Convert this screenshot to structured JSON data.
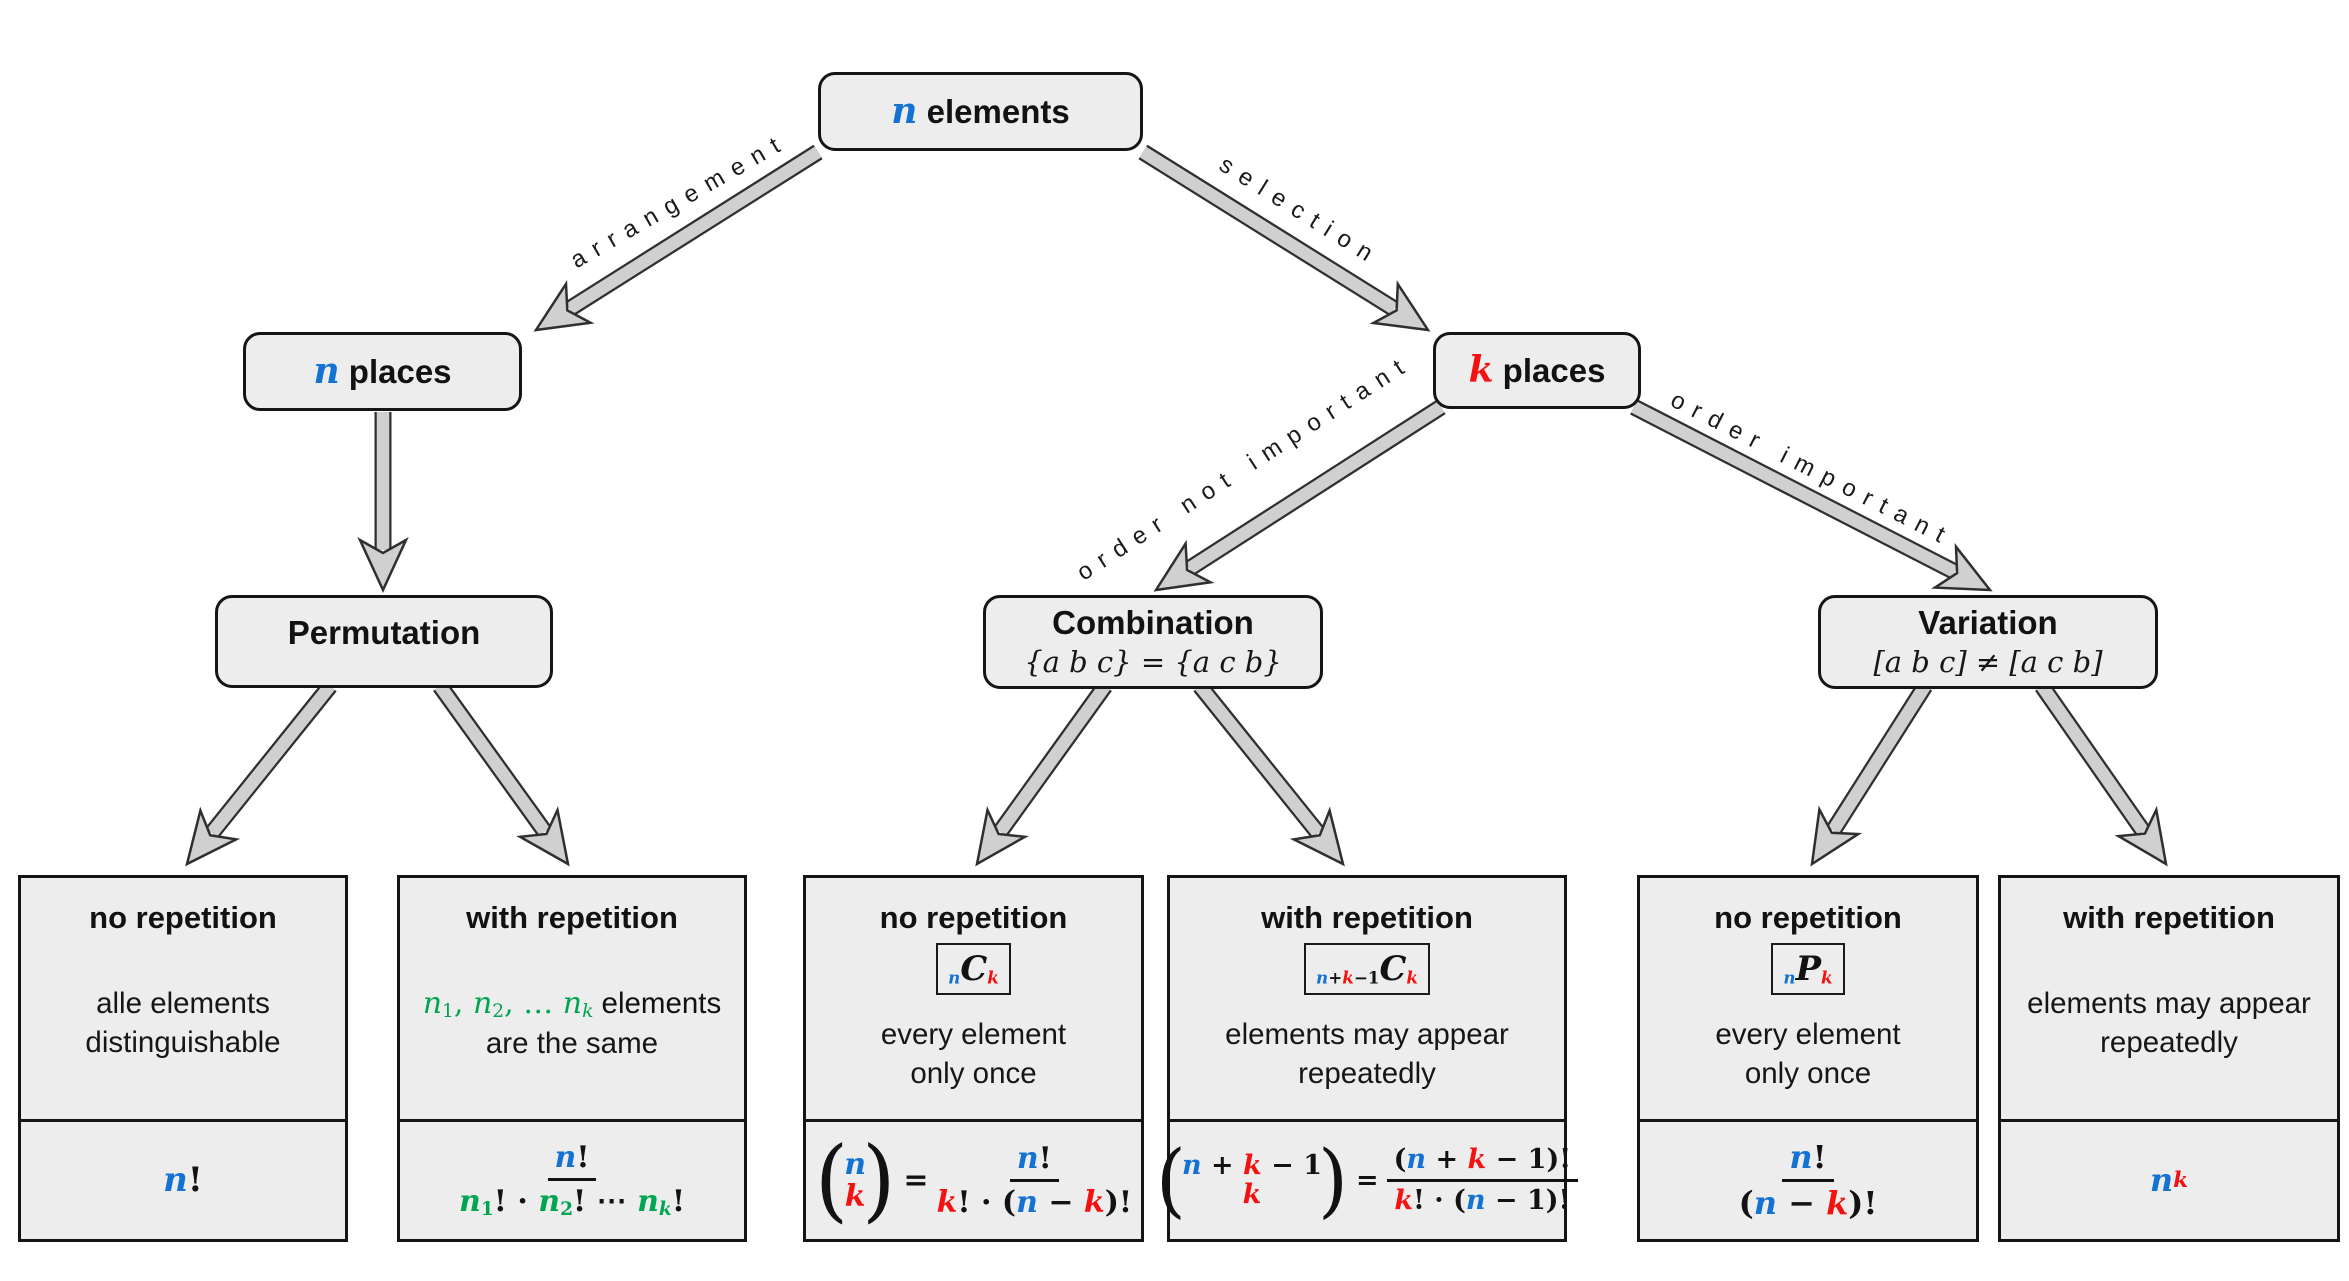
{
  "colors": {
    "blue": "#1473d2",
    "red": "#f41111",
    "green": "#00a551"
  },
  "nodes": {
    "root": {
      "title_tokens": [
        {
          "t": "n",
          "c": "b",
          "i": 1
        },
        {
          "t": " elements",
          "c": "k",
          "f": "sans"
        }
      ]
    },
    "n_places": {
      "title_tokens": [
        {
          "t": "n",
          "c": "b",
          "i": 1
        },
        {
          "t": " places",
          "c": "k",
          "f": "sans"
        }
      ]
    },
    "k_places": {
      "title_tokens": [
        {
          "t": "k",
          "c": "r",
          "i": 1
        },
        {
          "t": " places",
          "c": "k",
          "f": "sans"
        }
      ]
    },
    "permutation": {
      "title": "Permutation"
    },
    "combination": {
      "title": "Combination",
      "subtitle": "{a b c} = {a c b}"
    },
    "variation": {
      "title": "Variation",
      "subtitle": "[a b c] ≠ [a c b]"
    }
  },
  "edge_labels": {
    "arrangement": "arrangement",
    "selection": "selection",
    "order_not_important": "order not important",
    "order_important": "order important"
  },
  "leaves": [
    {
      "header": "no repetition",
      "desc_lines": [
        "alle elements",
        "distinguishable"
      ],
      "formula_tokens": [
        {
          "t": "n",
          "c": "b",
          "i": 1
        },
        {
          "t": "!",
          "c": "k"
        }
      ]
    },
    {
      "header": "with repetition",
      "desc_tokens": [
        {
          "t": "n",
          "c": "g",
          "i": 1
        },
        {
          "t": "1",
          "c": "g",
          "s": "sub"
        },
        {
          "t": ", ",
          "c": "g"
        },
        {
          "t": "n",
          "c": "g",
          "i": 1
        },
        {
          "t": "2",
          "c": "g",
          "s": "sub"
        },
        {
          "t": ", … ",
          "c": "g"
        },
        {
          "t": "n",
          "c": "g",
          "i": 1
        },
        {
          "t": "k",
          "c": "g",
          "i": 1,
          "s": "sub"
        },
        {
          "t": " elements",
          "c": "k",
          "f": "sans"
        }
      ],
      "desc_line2": "are the same",
      "frac": {
        "num": [
          {
            "t": "n",
            "c": "b",
            "i": 1
          },
          {
            "t": "!",
            "c": "k"
          }
        ],
        "den": [
          {
            "t": "n",
            "c": "g",
            "i": 1
          },
          {
            "t": "1",
            "c": "g",
            "s": "sub"
          },
          {
            "t": "!",
            "c": "k"
          },
          {
            "t": " · ",
            "c": "k"
          },
          {
            "t": "n",
            "c": "g",
            "i": 1
          },
          {
            "t": "2",
            "c": "g",
            "s": "sub"
          },
          {
            "t": "!",
            "c": "k"
          },
          {
            "t": " ⋯ ",
            "c": "k"
          },
          {
            "t": "n",
            "c": "g",
            "i": 1
          },
          {
            "t": "k",
            "c": "g",
            "i": 1,
            "s": "sub"
          },
          {
            "t": "!",
            "c": "k"
          }
        ]
      }
    },
    {
      "header": "no repetition",
      "badge": [
        {
          "t": "n",
          "c": "b",
          "i": 1,
          "s": "sub"
        },
        {
          "t": "C",
          "c": "k",
          "i": 1,
          "x": "big"
        },
        {
          "t": "k",
          "c": "r",
          "i": 1,
          "s": "sub"
        }
      ],
      "desc_lines": [
        "every element",
        "only once"
      ],
      "lp": "(",
      "rp": ")",
      "eq": "=",
      "binom": {
        "top": [
          {
            "t": "n",
            "c": "b",
            "i": 1
          }
        ],
        "bottom": [
          {
            "t": "k",
            "c": "r",
            "i": 1
          }
        ]
      },
      "frac": {
        "num": [
          {
            "t": "n",
            "c": "b",
            "i": 1
          },
          {
            "t": "!",
            "c": "k"
          }
        ],
        "den": [
          {
            "t": "k",
            "c": "r",
            "i": 1
          },
          {
            "t": "!",
            "c": "k"
          },
          {
            "t": " · ",
            "c": "k"
          },
          {
            "t": "(",
            "c": "k"
          },
          {
            "t": "n",
            "c": "b",
            "i": 1
          },
          {
            "t": " − ",
            "c": "k"
          },
          {
            "t": "k",
            "c": "r",
            "i": 1
          },
          {
            "t": ")!",
            "c": "k"
          }
        ]
      }
    },
    {
      "header": "with repetition",
      "badge": [
        {
          "t": "n",
          "c": "b",
          "i": 1,
          "s": "sub"
        },
        {
          "t": "+",
          "c": "k",
          "s": "sub"
        },
        {
          "t": "k",
          "c": "r",
          "i": 1,
          "s": "sub"
        },
        {
          "t": "−1",
          "c": "k",
          "s": "sub"
        },
        {
          "t": "C",
          "c": "k",
          "i": 1,
          "x": "big"
        },
        {
          "t": "k",
          "c": "r",
          "i": 1,
          "s": "sub"
        }
      ],
      "desc_lines": [
        "elements may appear",
        "repeatedly"
      ],
      "lp": "(",
      "rp": ")",
      "eq": "=",
      "binom": {
        "top": [
          {
            "t": "n",
            "c": "b",
            "i": 1
          },
          {
            "t": " + ",
            "c": "k"
          },
          {
            "t": "k",
            "c": "r",
            "i": 1
          },
          {
            "t": " − ",
            "c": "k"
          },
          {
            "t": "1",
            "c": "k"
          }
        ],
        "bottom": [
          {
            "t": "k",
            "c": "r",
            "i": 1
          }
        ]
      },
      "frac": {
        "num": [
          {
            "t": "(",
            "c": "k"
          },
          {
            "t": "n",
            "c": "b",
            "i": 1
          },
          {
            "t": " + ",
            "c": "k"
          },
          {
            "t": "k",
            "c": "r",
            "i": 1
          },
          {
            "t": " − ",
            "c": "k"
          },
          {
            "t": "1",
            "c": "k"
          },
          {
            "t": ")!",
            "c": "k"
          }
        ],
        "den": [
          {
            "t": "k",
            "c": "r",
            "i": 1
          },
          {
            "t": "!",
            "c": "k"
          },
          {
            "t": " · ",
            "c": "k"
          },
          {
            "t": "(",
            "c": "k"
          },
          {
            "t": "n",
            "c": "b",
            "i": 1
          },
          {
            "t": " − ",
            "c": "k"
          },
          {
            "t": "1",
            "c": "k"
          },
          {
            "t": ")!",
            "c": "k"
          }
        ]
      }
    },
    {
      "header": "no repetition",
      "badge": [
        {
          "t": "n",
          "c": "b",
          "i": 1,
          "s": "sub"
        },
        {
          "t": "P",
          "c": "k",
          "i": 1,
          "x": "big"
        },
        {
          "t": "k",
          "c": "r",
          "i": 1,
          "s": "sub"
        }
      ],
      "desc_lines": [
        "every element",
        "only once"
      ],
      "frac": {
        "num": [
          {
            "t": "n",
            "c": "b",
            "i": 1
          },
          {
            "t": "!",
            "c": "k"
          }
        ],
        "den": [
          {
            "t": "(",
            "c": "k"
          },
          {
            "t": "n",
            "c": "b",
            "i": 1
          },
          {
            "t": " − ",
            "c": "k"
          },
          {
            "t": "k",
            "c": "r",
            "i": 1
          },
          {
            "t": ")!",
            "c": "k"
          }
        ]
      }
    },
    {
      "header": "with repetition",
      "desc_lines": [
        "elements may appear",
        "repeatedly"
      ],
      "formula_tokens": [
        {
          "t": "n",
          "c": "b",
          "i": 1
        },
        {
          "t": "k",
          "c": "r",
          "i": 1,
          "s": "sup"
        }
      ]
    }
  ]
}
